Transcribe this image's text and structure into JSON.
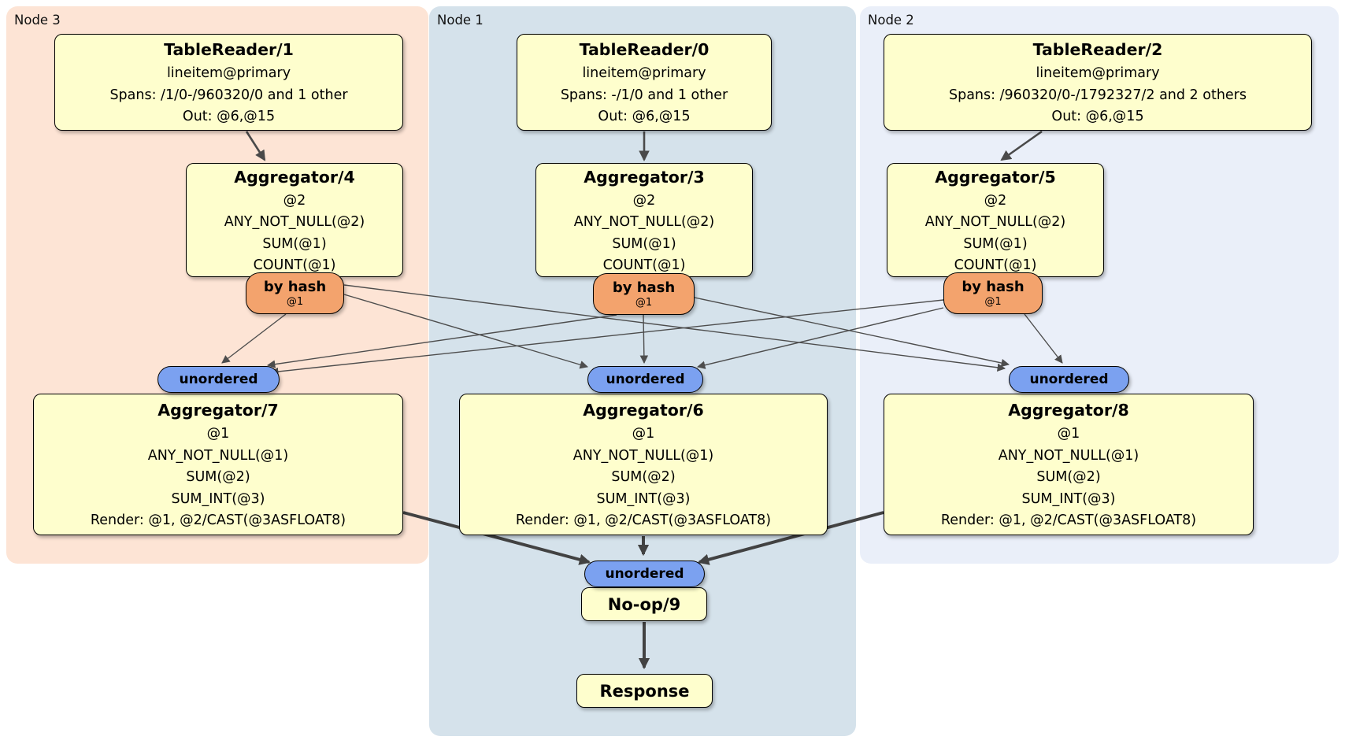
{
  "regions": {
    "node3": {
      "label": "Node 3"
    },
    "node1": {
      "label": "Node 1"
    },
    "node2": {
      "label": "Node 2"
    }
  },
  "processors": {
    "tr1": {
      "title": "TableReader/1",
      "lines": [
        "lineitem@primary",
        "Spans: /1/0-/960320/0 and 1 other",
        "Out: @6,@15"
      ]
    },
    "tr0": {
      "title": "TableReader/0",
      "lines": [
        "lineitem@primary",
        "Spans: -/1/0 and 1 other",
        "Out: @6,@15"
      ]
    },
    "tr2": {
      "title": "TableReader/2",
      "lines": [
        "lineitem@primary",
        "Spans: /960320/0-/1792327/2 and 2 others",
        "Out: @6,@15"
      ]
    },
    "agg4": {
      "title": "Aggregator/4",
      "lines": [
        "@2",
        "ANY_NOT_NULL(@2)",
        "SUM(@1)",
        "COUNT(@1)"
      ]
    },
    "agg3": {
      "title": "Aggregator/3",
      "lines": [
        "@2",
        "ANY_NOT_NULL(@2)",
        "SUM(@1)",
        "COUNT(@1)"
      ]
    },
    "agg5": {
      "title": "Aggregator/5",
      "lines": [
        "@2",
        "ANY_NOT_NULL(@2)",
        "SUM(@1)",
        "COUNT(@1)"
      ]
    },
    "agg7": {
      "title": "Aggregator/7",
      "lines": [
        "@1",
        "ANY_NOT_NULL(@1)",
        "SUM(@2)",
        "SUM_INT(@3)",
        "Render: @1, @2/CAST(@3ASFLOAT8)"
      ]
    },
    "agg6": {
      "title": "Aggregator/6",
      "lines": [
        "@1",
        "ANY_NOT_NULL(@1)",
        "SUM(@2)",
        "SUM_INT(@3)",
        "Render: @1, @2/CAST(@3ASFLOAT8)"
      ]
    },
    "agg8": {
      "title": "Aggregator/8",
      "lines": [
        "@1",
        "ANY_NOT_NULL(@1)",
        "SUM(@2)",
        "SUM_INT(@3)",
        "Render: @1, @2/CAST(@3ASFLOAT8)"
      ]
    },
    "noop": {
      "title": "No-op/9"
    },
    "response": {
      "title": "Response"
    }
  },
  "routers": {
    "label": "by hash",
    "detail": "@1"
  },
  "streams": {
    "unordered_label": "unordered"
  },
  "colors": {
    "node3_bg": "#fde4d5",
    "node1_bg": "#d5e2eb",
    "node2_bg": "#eaeff9",
    "processor_bg": "#fefecd",
    "router_bg": "#f3a36d",
    "stream_bg": "#7ba1f0",
    "edge": "#4a4a4a"
  }
}
